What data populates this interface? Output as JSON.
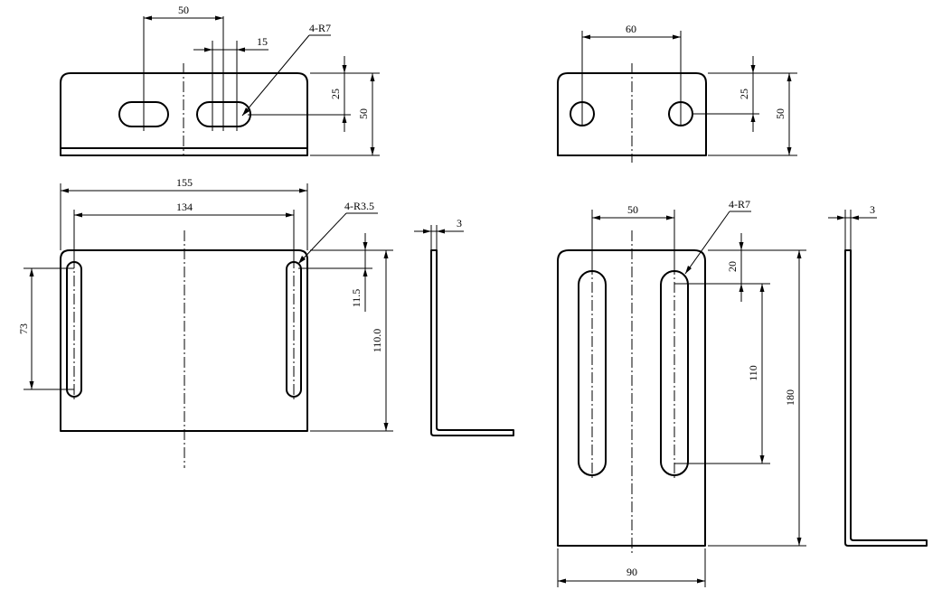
{
  "view_top_left": {
    "dim_slot_pitch": "50",
    "dim_hole_width": "15",
    "dim_radius": "4-R7",
    "dim_hole_height": "25",
    "dim_height": "50"
  },
  "view_front_left": {
    "dim_overall_width": "155",
    "dim_slot_pitch": "134",
    "dim_radius": "4-R3.5",
    "dim_slot_length": "73",
    "dim_slot_offset": "11.5",
    "dim_height": "110.0"
  },
  "view_side_left": {
    "dim_thickness": "3"
  },
  "view_top_right": {
    "dim_hole_pitch": "60",
    "dim_hole_height": "25",
    "dim_height": "50"
  },
  "view_front_right": {
    "dim_slot_pitch": "50",
    "dim_radius": "4-R7",
    "dim_slot_offset": "20",
    "dim_slot_length": "110",
    "dim_height": "180",
    "dim_width": "90"
  },
  "view_side_right": {
    "dim_thickness": "3"
  }
}
